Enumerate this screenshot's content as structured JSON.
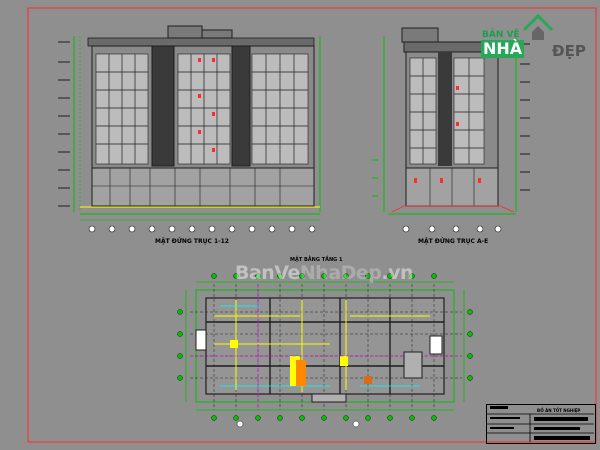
{
  "logo": {
    "small": "BẢN VẼ",
    "big": "NHÀ",
    "suffix": "ĐẸP"
  },
  "watermark": {
    "prefix": "BanVe",
    "accent": "NhaDep",
    "suffix": ".vn"
  },
  "captions": {
    "left_elevation": "MẶT ĐỨNG TRỤC 1-12",
    "right_elevation": "MẶT ĐỨNG TRỤC A-E",
    "plan": "MẶT BẰNG TẦNG 1"
  },
  "title_block": {
    "title": "ĐỒ ÁN TỐT NGHIỆP"
  },
  "colors": {
    "background": "#8f8f8f",
    "linework": "#1e1e1e",
    "dimension": "#00c000",
    "accent_red": "#ff2a2a",
    "magenta": "#ff00ff",
    "yellow": "#ffff00",
    "cyan": "#00ffff",
    "logo_green": "#25a857"
  }
}
